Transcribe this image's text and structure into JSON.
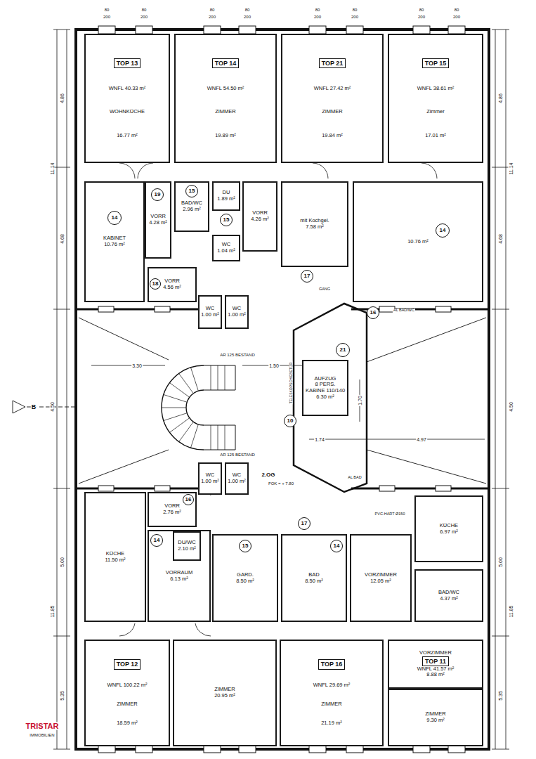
{
  "diagram": {
    "nodes": [
      {
        "text": [
          "TOP 13",
          "WNFL 40.33 m²",
          "WOHNKÜCHE",
          "16.77 m²"
        ]
      },
      {
        "text": [
          "TOP 14",
          "WNFL 54.50 m²",
          "ZIMMER",
          "19.89 m²"
        ]
      },
      {
        "text": [
          "TOP 21",
          "WNFL 27.42 m²",
          "ZIMMER",
          "19.84 m²"
        ]
      },
      {
        "text": [
          "TOP 15",
          "WNFL 38.61 m²",
          "Zimmer",
          "17.01 m²"
        ]
      },
      {
        "text": [
          "KABINET",
          "10.76 m²"
        ]
      },
      {
        "text": [
          "14"
        ],
        "in": 4
      },
      {
        "text": [
          "VORR",
          "4.28 m²"
        ]
      },
      {
        "text": [
          "19"
        ],
        "in": 6
      },
      {
        "text": [
          "BAD/WC",
          "2.96 m²"
        ]
      },
      {
        "text": [
          "15"
        ],
        "in": 8
      },
      {
        "text": [
          "DU",
          "1.89 m²"
        ]
      },
      {
        "text": [
          "VORR",
          "4.26 m²"
        ]
      },
      {
        "text": [
          "15"
        ]
      },
      {
        "text": [
          "WC",
          "1.04 m²"
        ]
      },
      {
        "text": [
          "mit Kochgel.",
          "7.58 m²"
        ]
      },
      {
        "text": [
          "10.76 m²"
        ]
      },
      {
        "text": [
          "14"
        ],
        "in": 15
      },
      {
        "text": [
          "VORR",
          "4.56 m²"
        ]
      },
      {
        "text": [
          "18"
        ],
        "in": 17
      },
      {
        "text": [
          "WC",
          "1.00 m²"
        ]
      },
      {
        "text": [
          "WC",
          "1.00 m²"
        ]
      },
      {
        "text": [
          "17"
        ]
      },
      {
        "text": [
          "16"
        ]
      },
      {
        "text": [
          "21"
        ]
      },
      {
        "text": [
          "AUFZUG",
          "8 PERS. KABINE 110/140",
          "6.30 m²"
        ]
      },
      {
        "text": [
          "10"
        ]
      },
      {
        "text": [
          "WC",
          "1.00 m²"
        ]
      },
      {
        "text": [
          "WC",
          "1.00 m²"
        ]
      },
      {
        "text": [
          "KÜCHE",
          "11.50 m²"
        ]
      },
      {
        "text": [
          "VORR",
          "2.76 m²"
        ]
      },
      {
        "text": [
          "16"
        ],
        "in": 29
      },
      {
        "text": [
          "17"
        ]
      },
      {
        "text": [
          "KÜCHE",
          "6.97 m²"
        ]
      },
      {
        "text": [
          "VORRAUM",
          "6.13 m²"
        ]
      },
      {
        "text": [
          "DU/WC",
          "2.10 m²"
        ],
        "in": 33
      },
      {
        "text": [
          "14"
        ],
        "in": 33
      },
      {
        "text": [
          "GARD.",
          "8.50 m²"
        ]
      },
      {
        "text": [
          "15"
        ],
        "in": 36
      },
      {
        "text": [
          "BAD",
          "8.50 m²"
        ]
      },
      {
        "text": [
          "14"
        ],
        "in": 38
      },
      {
        "text": [
          "VORZIMMER",
          "12.05 m²"
        ]
      },
      {
        "text": [
          "BAD/WC",
          "4.37 m²"
        ]
      },
      {
        "text": [
          "TOP 12",
          "WNFL 100.22 m²",
          "ZIMMER",
          "18.59 m²"
        ]
      },
      {
        "text": [
          "ZIMMER",
          "20.95 m²"
        ]
      },
      {
        "text": [
          "TOP 16",
          "WNFL 29.69 m²",
          "ZIMMER",
          "21.19 m²"
        ]
      },
      {
        "text": [
          "VORZIMMER",
          "TOP 11",
          "WNFL 41.57 m²",
          "8.88 m²"
        ]
      },
      {
        "text": [
          "ZIMMER",
          "9.30 m²"
        ]
      }
    ],
    "labels": [
      "2.OG",
      "FOK = + 7.80",
      "AR 125 BESTAND",
      "AR 125 BESTAND",
      "TELESKOPSCHIEBETÜR",
      "AL BAD/WC",
      "AL BAD",
      "PVC-HART Ø150",
      "GANG",
      "3.30",
      "1.50",
      "1.70",
      "1.74",
      "4.97",
      "4.86",
      "11.14",
      "4.68",
      "4.50",
      "5.00",
      "11.85",
      "5.35",
      "4.86",
      "11.14",
      "4.68",
      "4.50",
      "5.00",
      "11.85",
      "5.35",
      "B",
      "TRISTAR",
      "IMMOBILIEN",
      "80",
      "200",
      "80",
      "200",
      "80",
      "200",
      "80",
      "200",
      "80",
      "200",
      "80",
      "200",
      "80",
      "200",
      "80",
      "200"
    ]
  }
}
